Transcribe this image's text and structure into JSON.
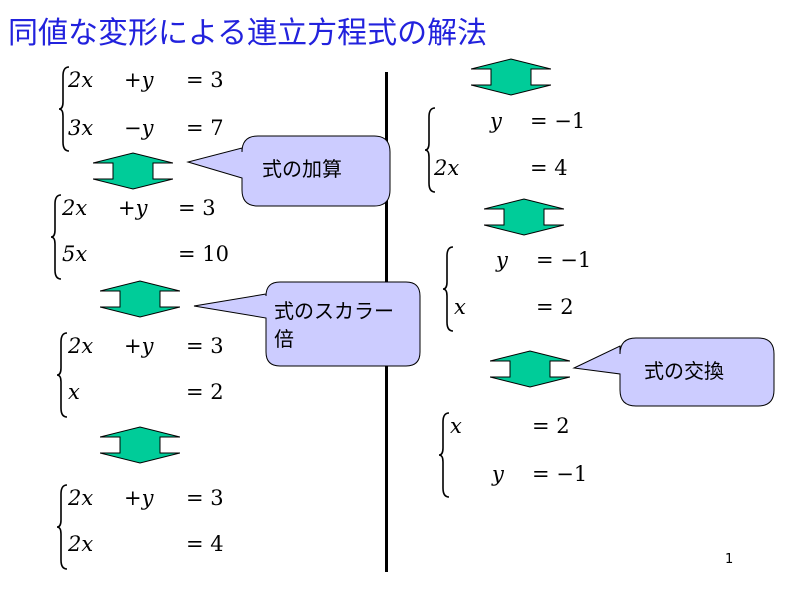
{
  "title": "同値な変形による連立方程式の解法",
  "page_number": "1",
  "callouts": {
    "add": "式の加算",
    "scalar_line1": "式のスカラー",
    "scalar_line2": "倍",
    "swap": "式の交換"
  },
  "systems": {
    "s1": {
      "r1": {
        "a": "2x",
        "b": "+y",
        "eq": "= 3"
      },
      "r2": {
        "a": "3x",
        "b": "−y",
        "eq": "= 7"
      }
    },
    "s2": {
      "r1": {
        "a": "2x",
        "b": "+y",
        "eq": "= 3"
      },
      "r2": {
        "a": "5x",
        "eq": "= 10"
      }
    },
    "s3": {
      "r1": {
        "a": "2x",
        "b": "+y",
        "eq": "= 3"
      },
      "r2": {
        "a": "x",
        "eq": "= 2"
      }
    },
    "s4": {
      "r1": {
        "a": "2x",
        "b": "+y",
        "eq": "= 3"
      },
      "r2": {
        "a": "2x",
        "eq": "= 4"
      }
    },
    "r1": {
      "r1": {
        "b": "y",
        "eq": "= −1"
      },
      "r2": {
        "a": "2x",
        "eq": "= 4"
      }
    },
    "r2": {
      "r1": {
        "b": "y",
        "eq": "= −1"
      },
      "r2": {
        "a": "x",
        "eq": "= 2"
      }
    },
    "r3": {
      "r1": {
        "a": "x",
        "eq": "= 2"
      },
      "r2": {
        "b": "y",
        "eq": "= −1"
      }
    }
  },
  "colors": {
    "title": "#2222dd",
    "arrow_fill": "#00cc99",
    "callout_fill": "#ccccff"
  }
}
